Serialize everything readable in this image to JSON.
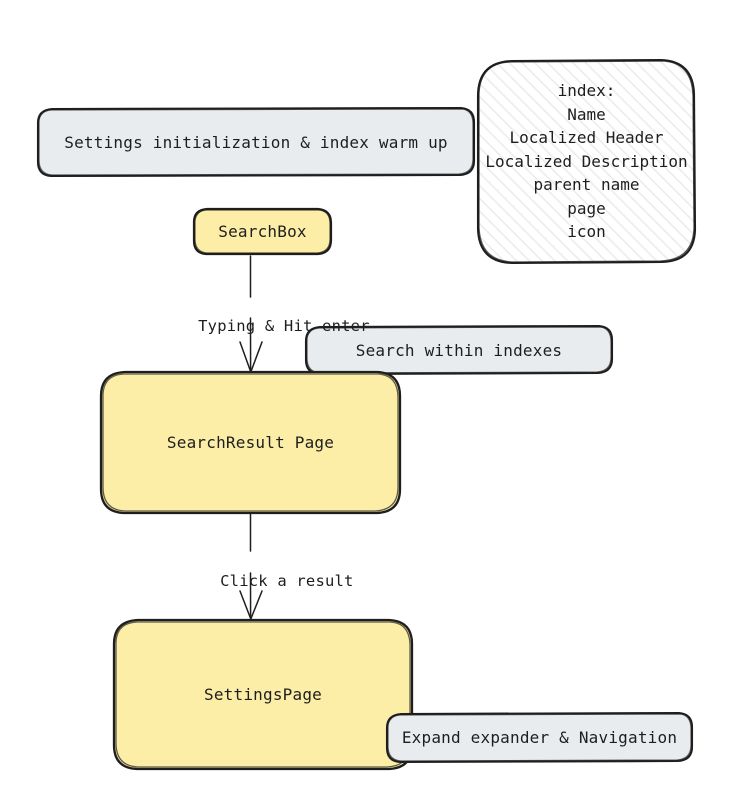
{
  "diagram": {
    "title": "Settings search flow",
    "background": "#ffffff",
    "palette": {
      "node_fill": "#fceea7",
      "node_stroke": "#1e1e1e",
      "label_fill": "#e9ecef",
      "label_stroke": "#1e1e1e",
      "note_fill": "#ffffff",
      "note_hatch": "#f1f1f3",
      "note_stroke": "#1e1e1e",
      "edge_stroke": "#1e1e1e",
      "text": "#1e1e1e"
    }
  },
  "nodes": [
    {
      "id": "searchbox",
      "label": "SearchBox",
      "shape": "rounded-rect",
      "fill": "#fceea7"
    },
    {
      "id": "searchresult",
      "label": "SearchResult Page",
      "shape": "rounded-rect",
      "fill": "#fceea7"
    },
    {
      "id": "settingspage",
      "label": "SettingsPage",
      "shape": "rounded-rect",
      "fill": "#fceea7"
    }
  ],
  "annotations": [
    {
      "id": "init",
      "label": "Settings initialization & index warm up",
      "fill": "#e9ecef"
    },
    {
      "id": "search-indexes",
      "label": "Search within indexes",
      "fill": "#e9ecef"
    },
    {
      "id": "expand-nav",
      "label": "Expand expander & Navigation",
      "fill": "#e9ecef"
    }
  ],
  "note": {
    "id": "index-note",
    "fill_pattern": "diagonal-hatch",
    "lines": [
      "index:",
      "Name",
      "Localized Header",
      "Localized Description",
      "parent name",
      "page",
      "icon"
    ]
  },
  "edges": [
    {
      "id": "e1",
      "from": "searchbox",
      "to": "searchresult",
      "label": "Typing & Hit enter",
      "arrow": "open-v"
    },
    {
      "id": "e2",
      "from": "searchresult",
      "to": "settingspage",
      "label": "Click a result",
      "arrow": "open-v"
    }
  ]
}
